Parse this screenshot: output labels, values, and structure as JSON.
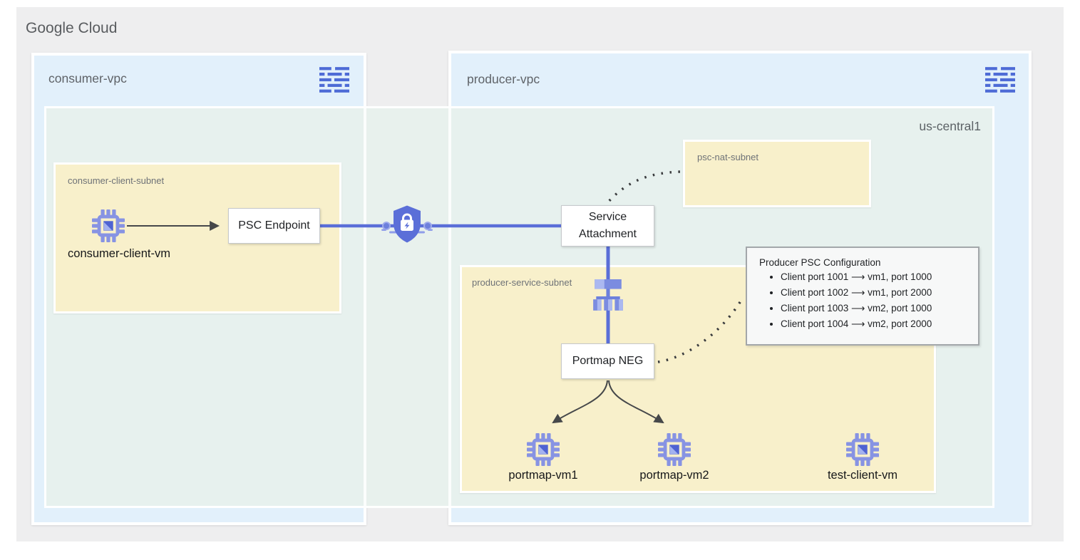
{
  "header": {
    "title": "Google Cloud"
  },
  "consumer_vpc": {
    "label": "consumer-vpc",
    "subnet_label": "consumer-client-subnet",
    "vm_label": "consumer-client-vm",
    "psc_endpoint_label": "PSC Endpoint"
  },
  "region": {
    "label": "us-central1"
  },
  "producer_vpc": {
    "label": "producer-vpc",
    "nat_subnet_label": "psc-nat-subnet",
    "service_subnet_label": "producer-service-subnet",
    "service_attachment_label": "Service Attachment",
    "portmap_neg_label": "Portmap NEG",
    "vm1_label": "portmap-vm1",
    "vm2_label": "portmap-vm2",
    "test_vm_label": "test-client-vm"
  },
  "config_box": {
    "title": "Producer PSC Configuration",
    "items": [
      "Client port 1001 ⟶ vm1, port 1000",
      "Client port 1002 ⟶ vm1, port 2000",
      "Client port 1003 ⟶ vm2, port 1000",
      "Client port 1004 ⟶ vm2, port 2000"
    ]
  },
  "colors": {
    "accent_blue": "#5a6ed8",
    "icon_blue": "#4e6bd6",
    "vpc_fill": "#e2f0fb",
    "region_fill": "#e7f1ed",
    "subnet_fill": "#f8f0cb",
    "cloud_fill": "#eeeeef",
    "connector_dark": "#46484a"
  }
}
